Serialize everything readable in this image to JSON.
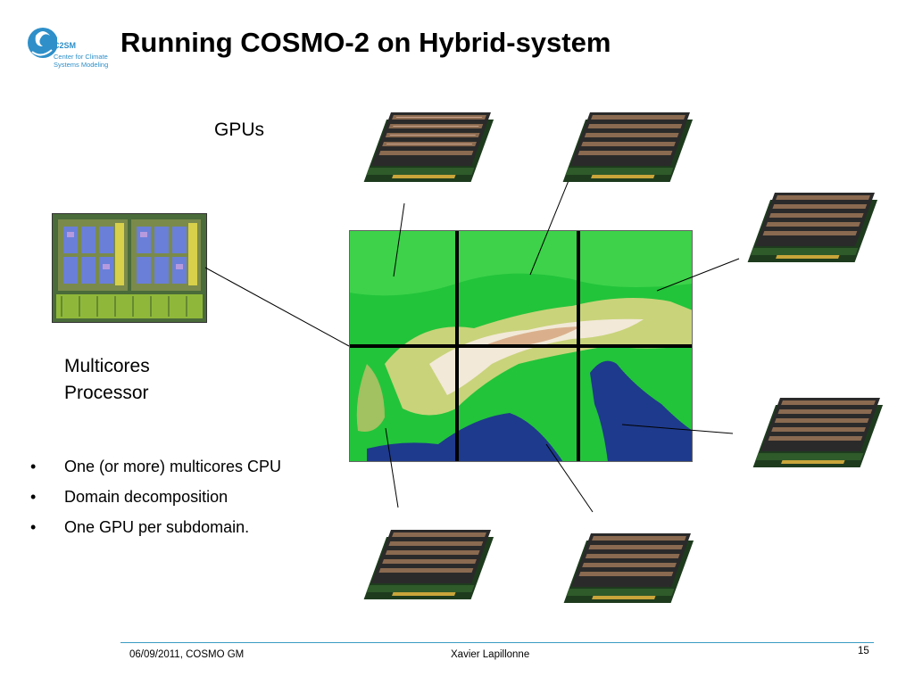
{
  "slide": {
    "title": "Running COSMO-2 on Hybrid-system"
  },
  "logo": {
    "c2sm": "C2SM",
    "line1": "Center for Climate",
    "line2": "Systems Modeling"
  },
  "labels": {
    "gpus": "GPUs",
    "multicores_line1": "Multicores",
    "multicores_line2": "Processor"
  },
  "bullets": [
    {
      "marker": "•",
      "text": "One (or more) multicores CPU"
    },
    {
      "marker": "•",
      "text": "Domain decomposition"
    },
    {
      "marker": "•",
      "text": "One GPU per subdomain."
    }
  ],
  "footer": {
    "date_event": "06/09/2011, COSMO GM",
    "author": "Xavier Lapillonne",
    "page": "15"
  },
  "colors": {
    "accent": "#3a9cc4",
    "land": "#22c43a",
    "sea": "#1e3a8c",
    "grid": "#000000"
  },
  "icons": {
    "gpu": "gpu-card-icon",
    "cpu": "cpu-die-icon",
    "logo": "c2sm-logo-icon"
  }
}
